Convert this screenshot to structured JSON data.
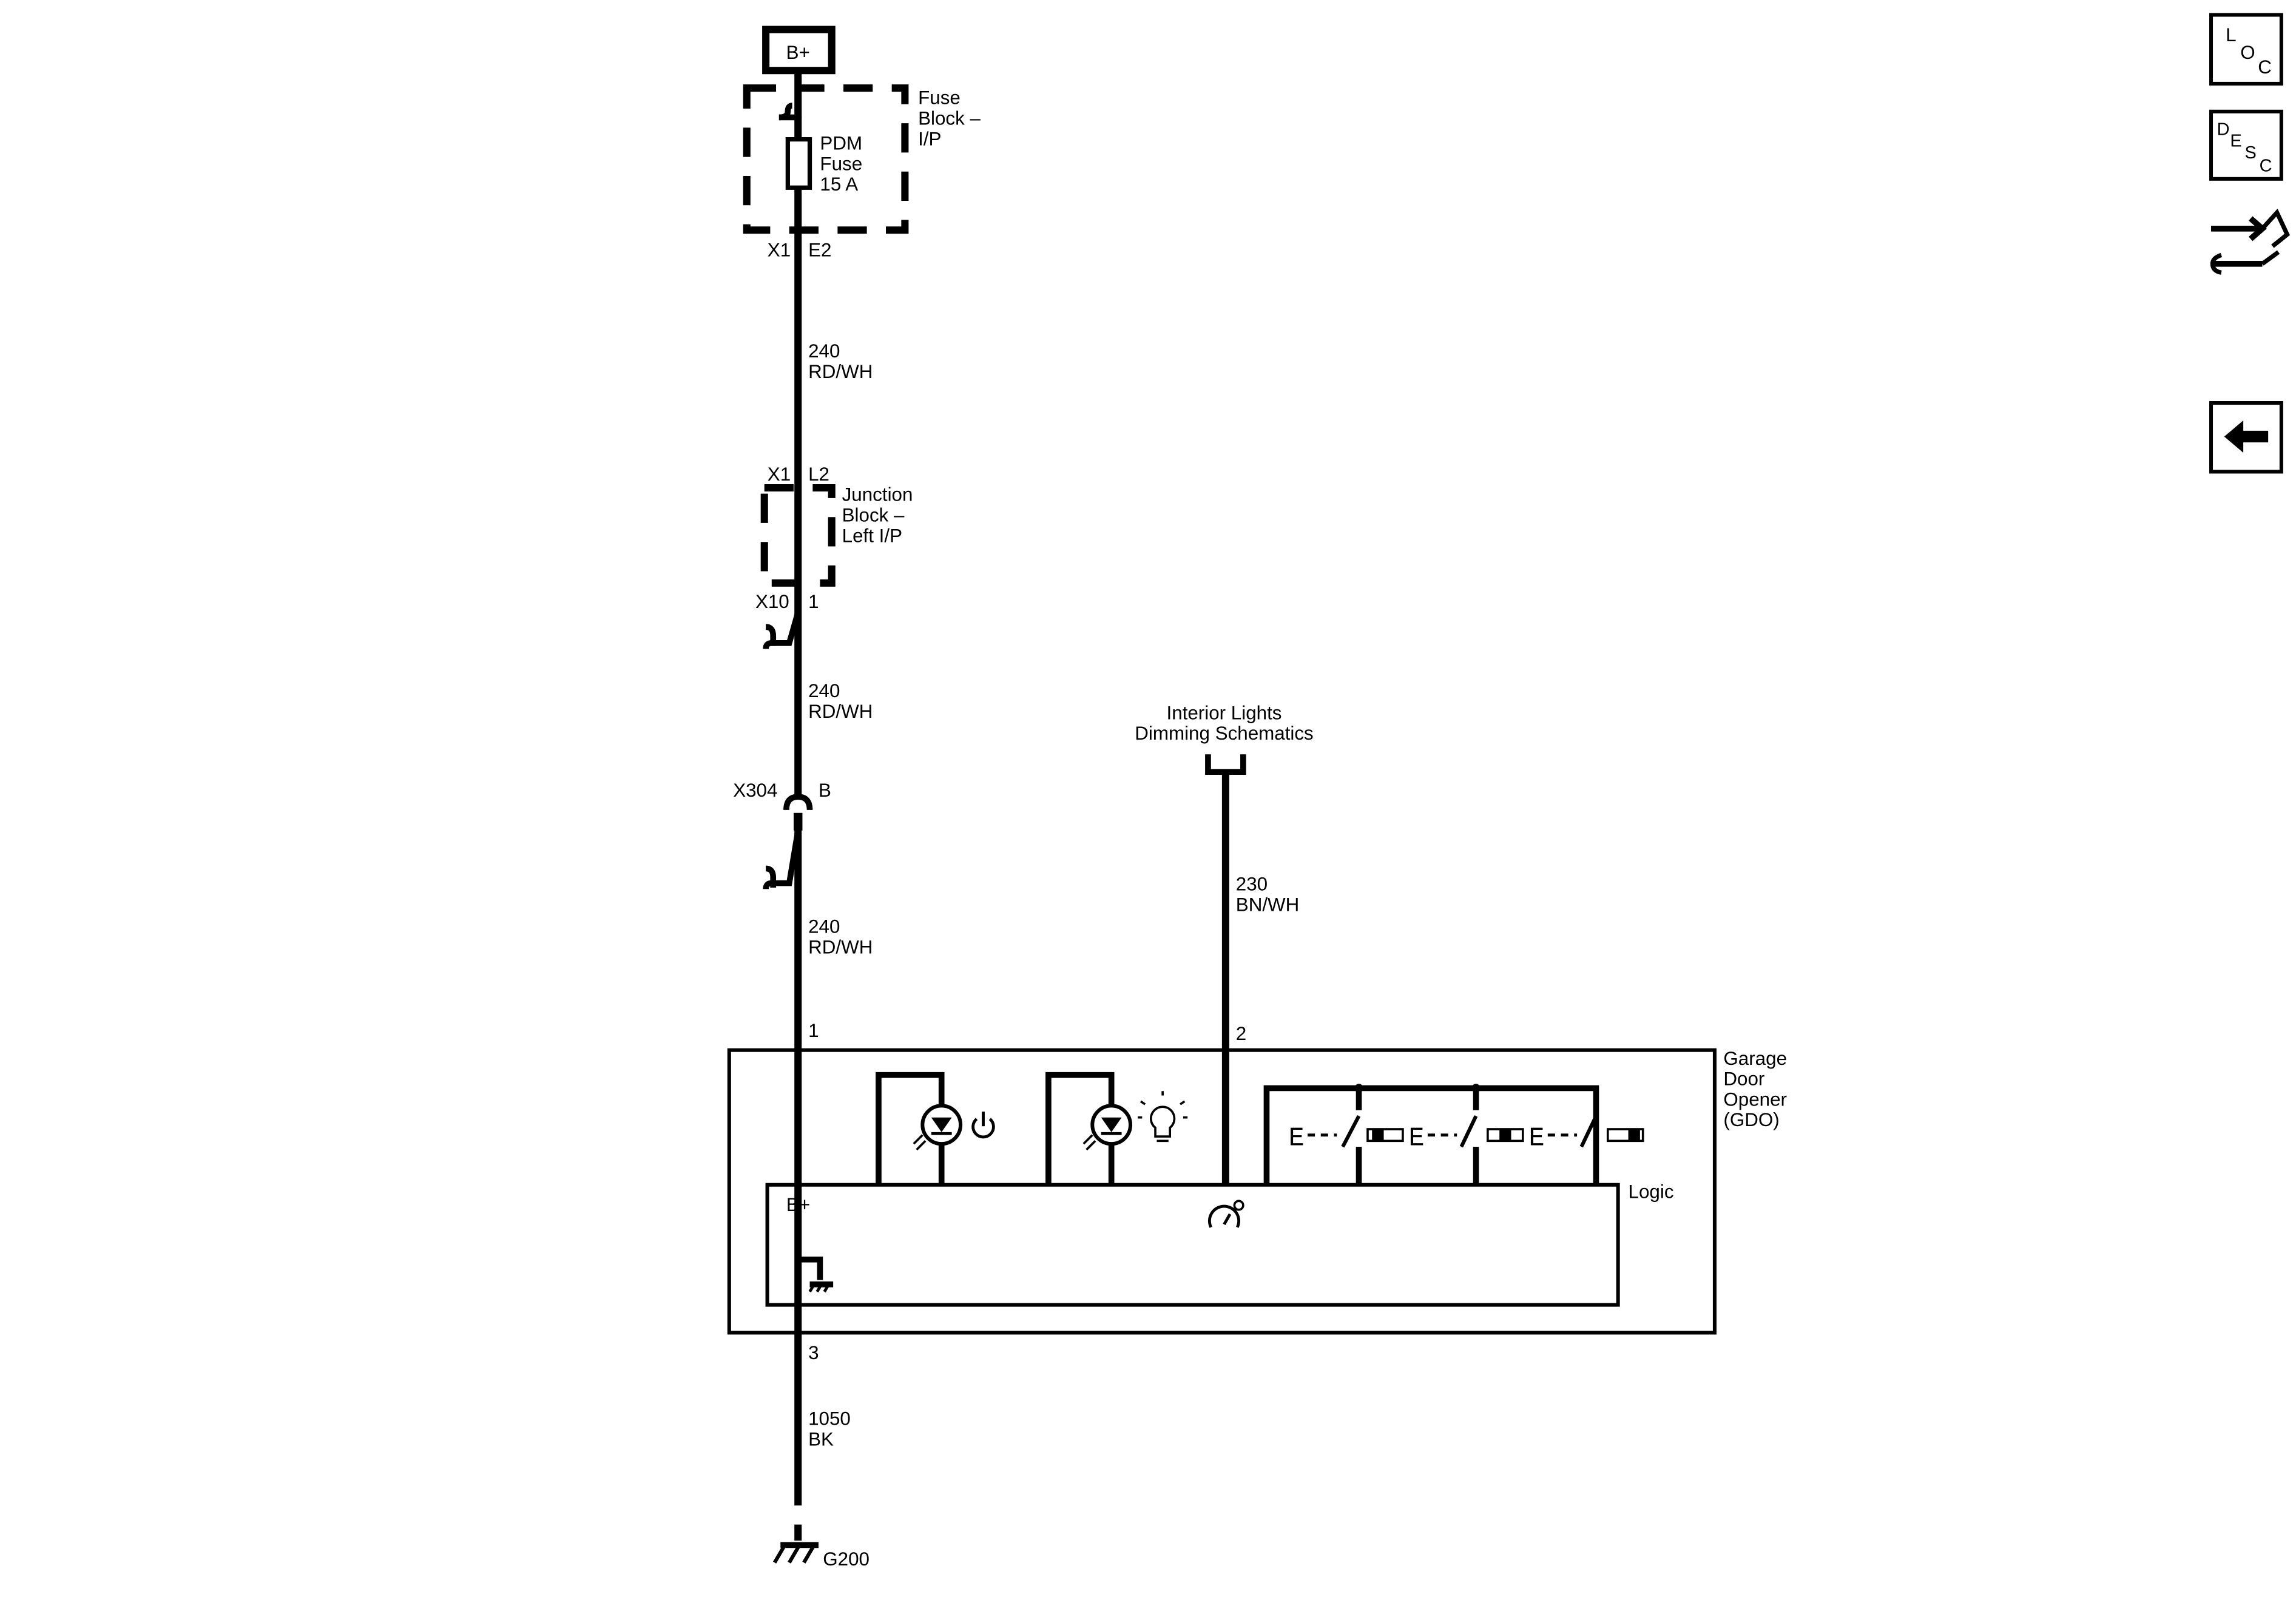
{
  "power": {
    "label": "B+"
  },
  "fuse_block": {
    "name_lines": [
      "Fuse",
      "Block –",
      "I/P"
    ],
    "fuse_lines": [
      "PDM",
      "Fuse",
      "15 A"
    ],
    "connector": "X1",
    "pin": "E2"
  },
  "wires": {
    "w1": {
      "circuit": "240",
      "color": "RD/WH"
    },
    "w2": {
      "circuit": "240",
      "color": "RD/WH"
    },
    "w3": {
      "circuit": "240",
      "color": "RD/WH"
    },
    "w4": {
      "circuit": "230",
      "color": "BN/WH"
    },
    "w5": {
      "circuit": "1050",
      "color": "BK"
    }
  },
  "junction_block": {
    "name_lines": [
      "Junction",
      "Block –",
      "Left I/P"
    ],
    "top_connector": "X1",
    "top_pin": "L2",
    "bottom_connector": "X10",
    "bottom_pin": "1"
  },
  "inline_connector": {
    "name": "X304",
    "pin": "B"
  },
  "dimming_ref": {
    "lines": [
      "Interior Lights",
      "Dimming Schematics"
    ]
  },
  "gdo": {
    "name_lines": [
      "Garage",
      "Door",
      "Opener",
      "(GDO)"
    ],
    "pin_power": "1",
    "pin_dimming": "2",
    "pin_ground": "3",
    "logic_label": "Logic",
    "bplus_label": "B+"
  },
  "ground": {
    "name": "G200"
  },
  "side_buttons": {
    "loc": [
      "L",
      "O",
      "C"
    ],
    "desc": [
      "D",
      "E",
      "S",
      "C"
    ]
  },
  "icons": [
    "power-icon",
    "bulb-icon",
    "led-icon",
    "dimming-icon",
    "ground-icon",
    "tools-icon",
    "back-arrow-icon"
  ]
}
